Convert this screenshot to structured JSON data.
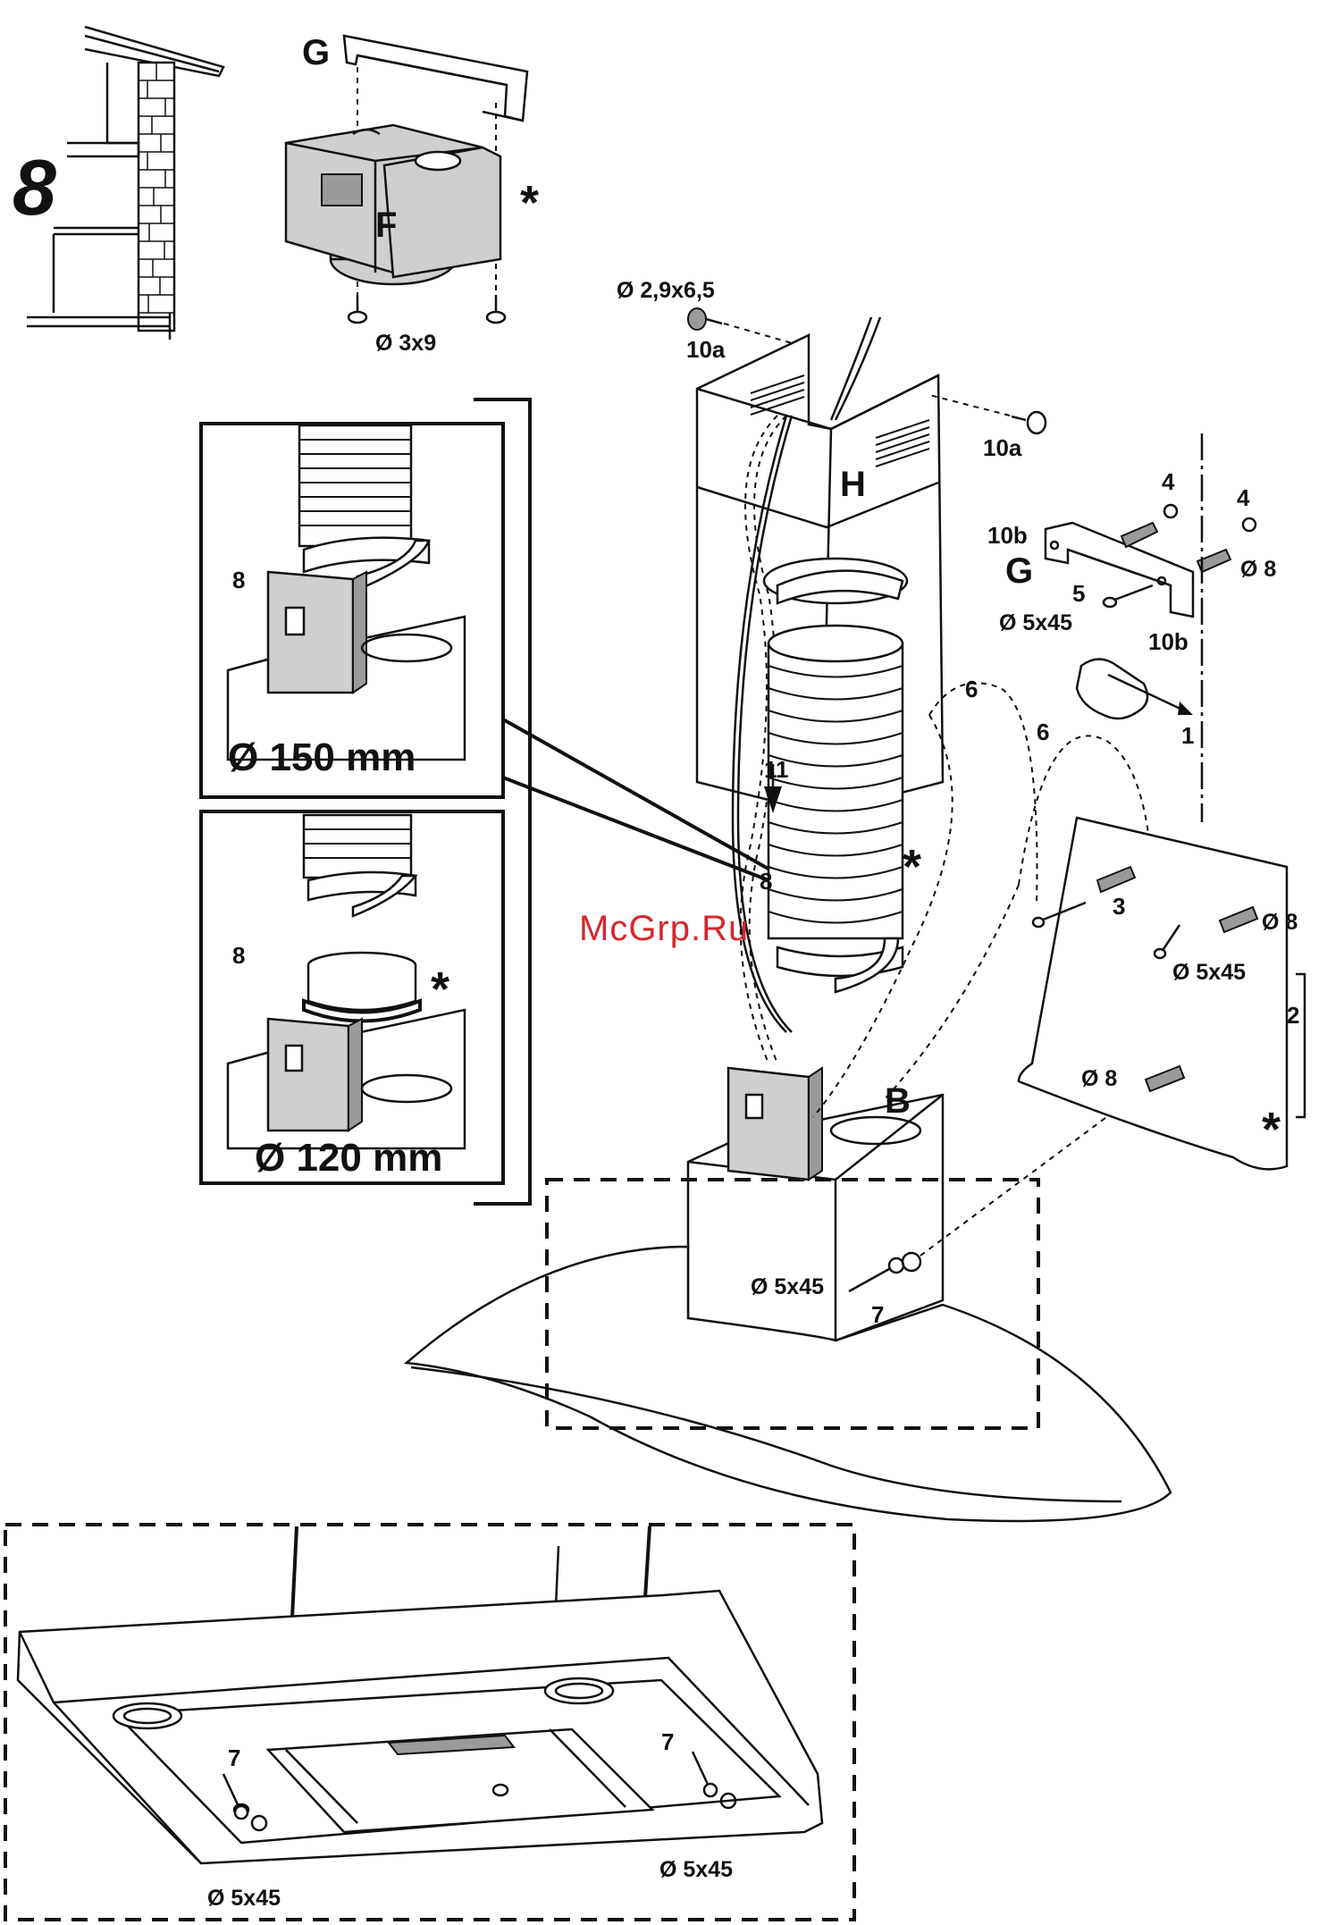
{
  "step_number": "8",
  "parts": {
    "g_top": "G",
    "f": "F",
    "h": "H",
    "b": "B",
    "g_right": "G"
  },
  "markers": {
    "star": "*"
  },
  "screws": {
    "top_screw": "Ø 3x9",
    "chimney_screw": "Ø 2,9x6,5",
    "bracket_screw": "Ø 5x45",
    "wall_plug_right": "Ø 8",
    "wall_screw_mid": "Ø 5x45",
    "wall_plug_mid": "Ø 8",
    "wall_plug_low": "Ø 8",
    "body_screw": "Ø 5x45",
    "bottom_left_screw": "Ø 5x45",
    "bottom_right_screw": "Ø 5x45"
  },
  "ducts": {
    "d150": "Ø 150 mm",
    "d120": "Ø 120 mm"
  },
  "steps": {
    "s1": "1",
    "s2": "2",
    "s3": "3",
    "s4a": "4",
    "s4b": "4",
    "s5": "5",
    "s6a": "6",
    "s6b": "6",
    "s7_body": "7",
    "s7_left": "7",
    "s7_right": "7",
    "s8_box1": "8",
    "s8_box2": "8",
    "s8_duct": "8",
    "s10a_left": "10a",
    "s10a_right": "10a",
    "s10b_left": "10b",
    "s10b_right": "10b",
    "s11": "11"
  },
  "watermark": "McGrp.Ru"
}
